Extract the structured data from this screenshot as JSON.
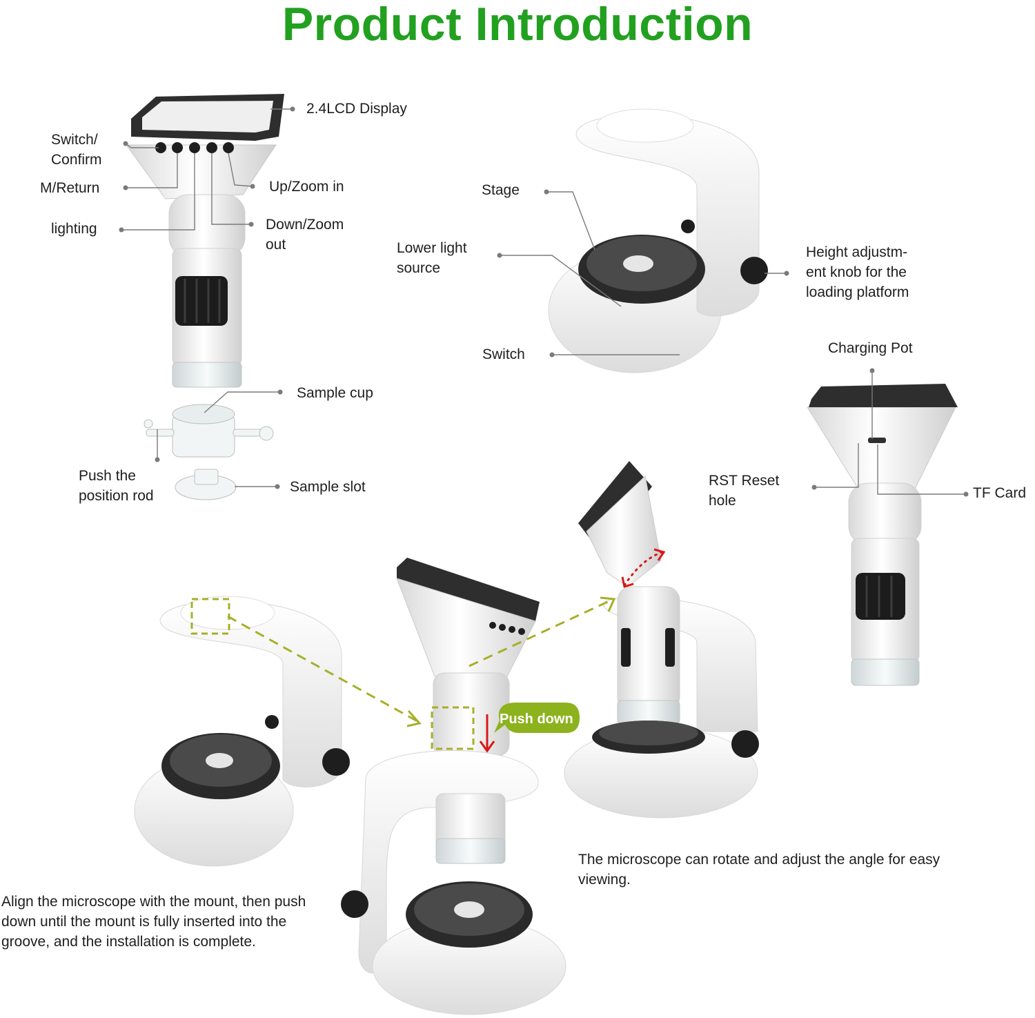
{
  "title": "Product Introduction",
  "labels": {
    "lcd_display": "2.4LCD Display",
    "switch_confirm_1": "Switch/",
    "switch_confirm_2": "Confirm",
    "m_return": "M/Return",
    "up_zoom_in": "Up/Zoom in",
    "lighting": "lighting",
    "down_zoom_out_1": "Down/Zoom",
    "down_zoom_out_2": "out",
    "stage": "Stage",
    "lower_light_1": "Lower light",
    "lower_light_2": "source",
    "height_knob_1": "Height adjustm-",
    "height_knob_2": "ent knob for the",
    "height_knob_3": "loading platform",
    "switch": "Switch",
    "charging_pot": "Charging Pot",
    "sample_cup": "Sample cup",
    "push_rod_1": "Push the",
    "push_rod_2": "position rod",
    "sample_slot": "Sample slot",
    "rst_reset_1": "RST Reset",
    "rst_reset_2": "hole",
    "tf_card": "TF Card",
    "push_down": "Push down"
  },
  "captions": {
    "rotate": "The microscope can rotate and adjust the angle for easy viewing.",
    "align": "Align the microscope with the mount, then push down until the mount is fully inserted into the groove, and the installation is complete."
  },
  "colors": {
    "title": "#22a020",
    "callout_bubble": "#8cb21d",
    "dashed_guide": "#a6b028",
    "rotate_arrow": "#d81818"
  }
}
